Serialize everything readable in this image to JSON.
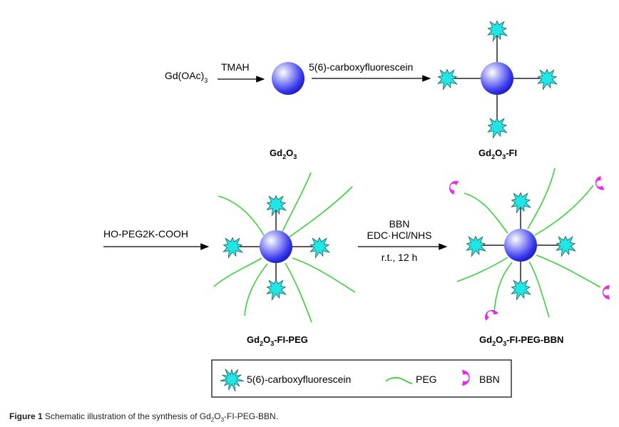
{
  "diagram": {
    "title": "Synthesis scheme of Gd2O3-FI-PEG-BBN",
    "colors": {
      "nanoparticle": "#3a3af0",
      "fluorescein_star": "#22e5e5",
      "peg_chain": "#3bd13b",
      "bbn": "#e62ae6",
      "arrow": "#000000"
    },
    "reagents": {
      "start": {
        "base": "Gd(OAc)",
        "sub": "3"
      },
      "step1": "TMAH",
      "step2": "5(6)-carboxyfluorescein",
      "step3": "HO-PEG2K-COOH",
      "step4_lines": [
        "BBN",
        "EDC·HCl/NHS",
        "r.t., 12 h"
      ]
    },
    "products": [
      {
        "id": "gd2o3",
        "parts": [
          "Gd",
          "2",
          "O",
          "3",
          ""
        ]
      },
      {
        "id": "gd2o3-fi",
        "parts": [
          "Gd",
          "2",
          "O",
          "3",
          "-FI"
        ]
      },
      {
        "id": "gd2o3-fi-peg",
        "parts": [
          "Gd",
          "2",
          "O",
          "3",
          "-FI-PEG"
        ]
      },
      {
        "id": "gd2o3-fi-peg-bbn",
        "parts": [
          "Gd",
          "2",
          "O",
          "3",
          "-FI-PEG-BBN"
        ]
      }
    ],
    "legend": [
      {
        "icon": "star-icon",
        "label": "5(6)-carboxyfluorescein"
      },
      {
        "icon": "peg-chain-icon",
        "label": "PEG"
      },
      {
        "icon": "bbn-icon",
        "label": "BBN"
      }
    ]
  },
  "caption": {
    "figure_label": "Figure 1",
    "text_before": " Schematic illustration of the synthesis of Gd",
    "sub1": "2",
    "mid": "O",
    "sub2": "3",
    "text_after": "-FI-PEG-BBN."
  }
}
